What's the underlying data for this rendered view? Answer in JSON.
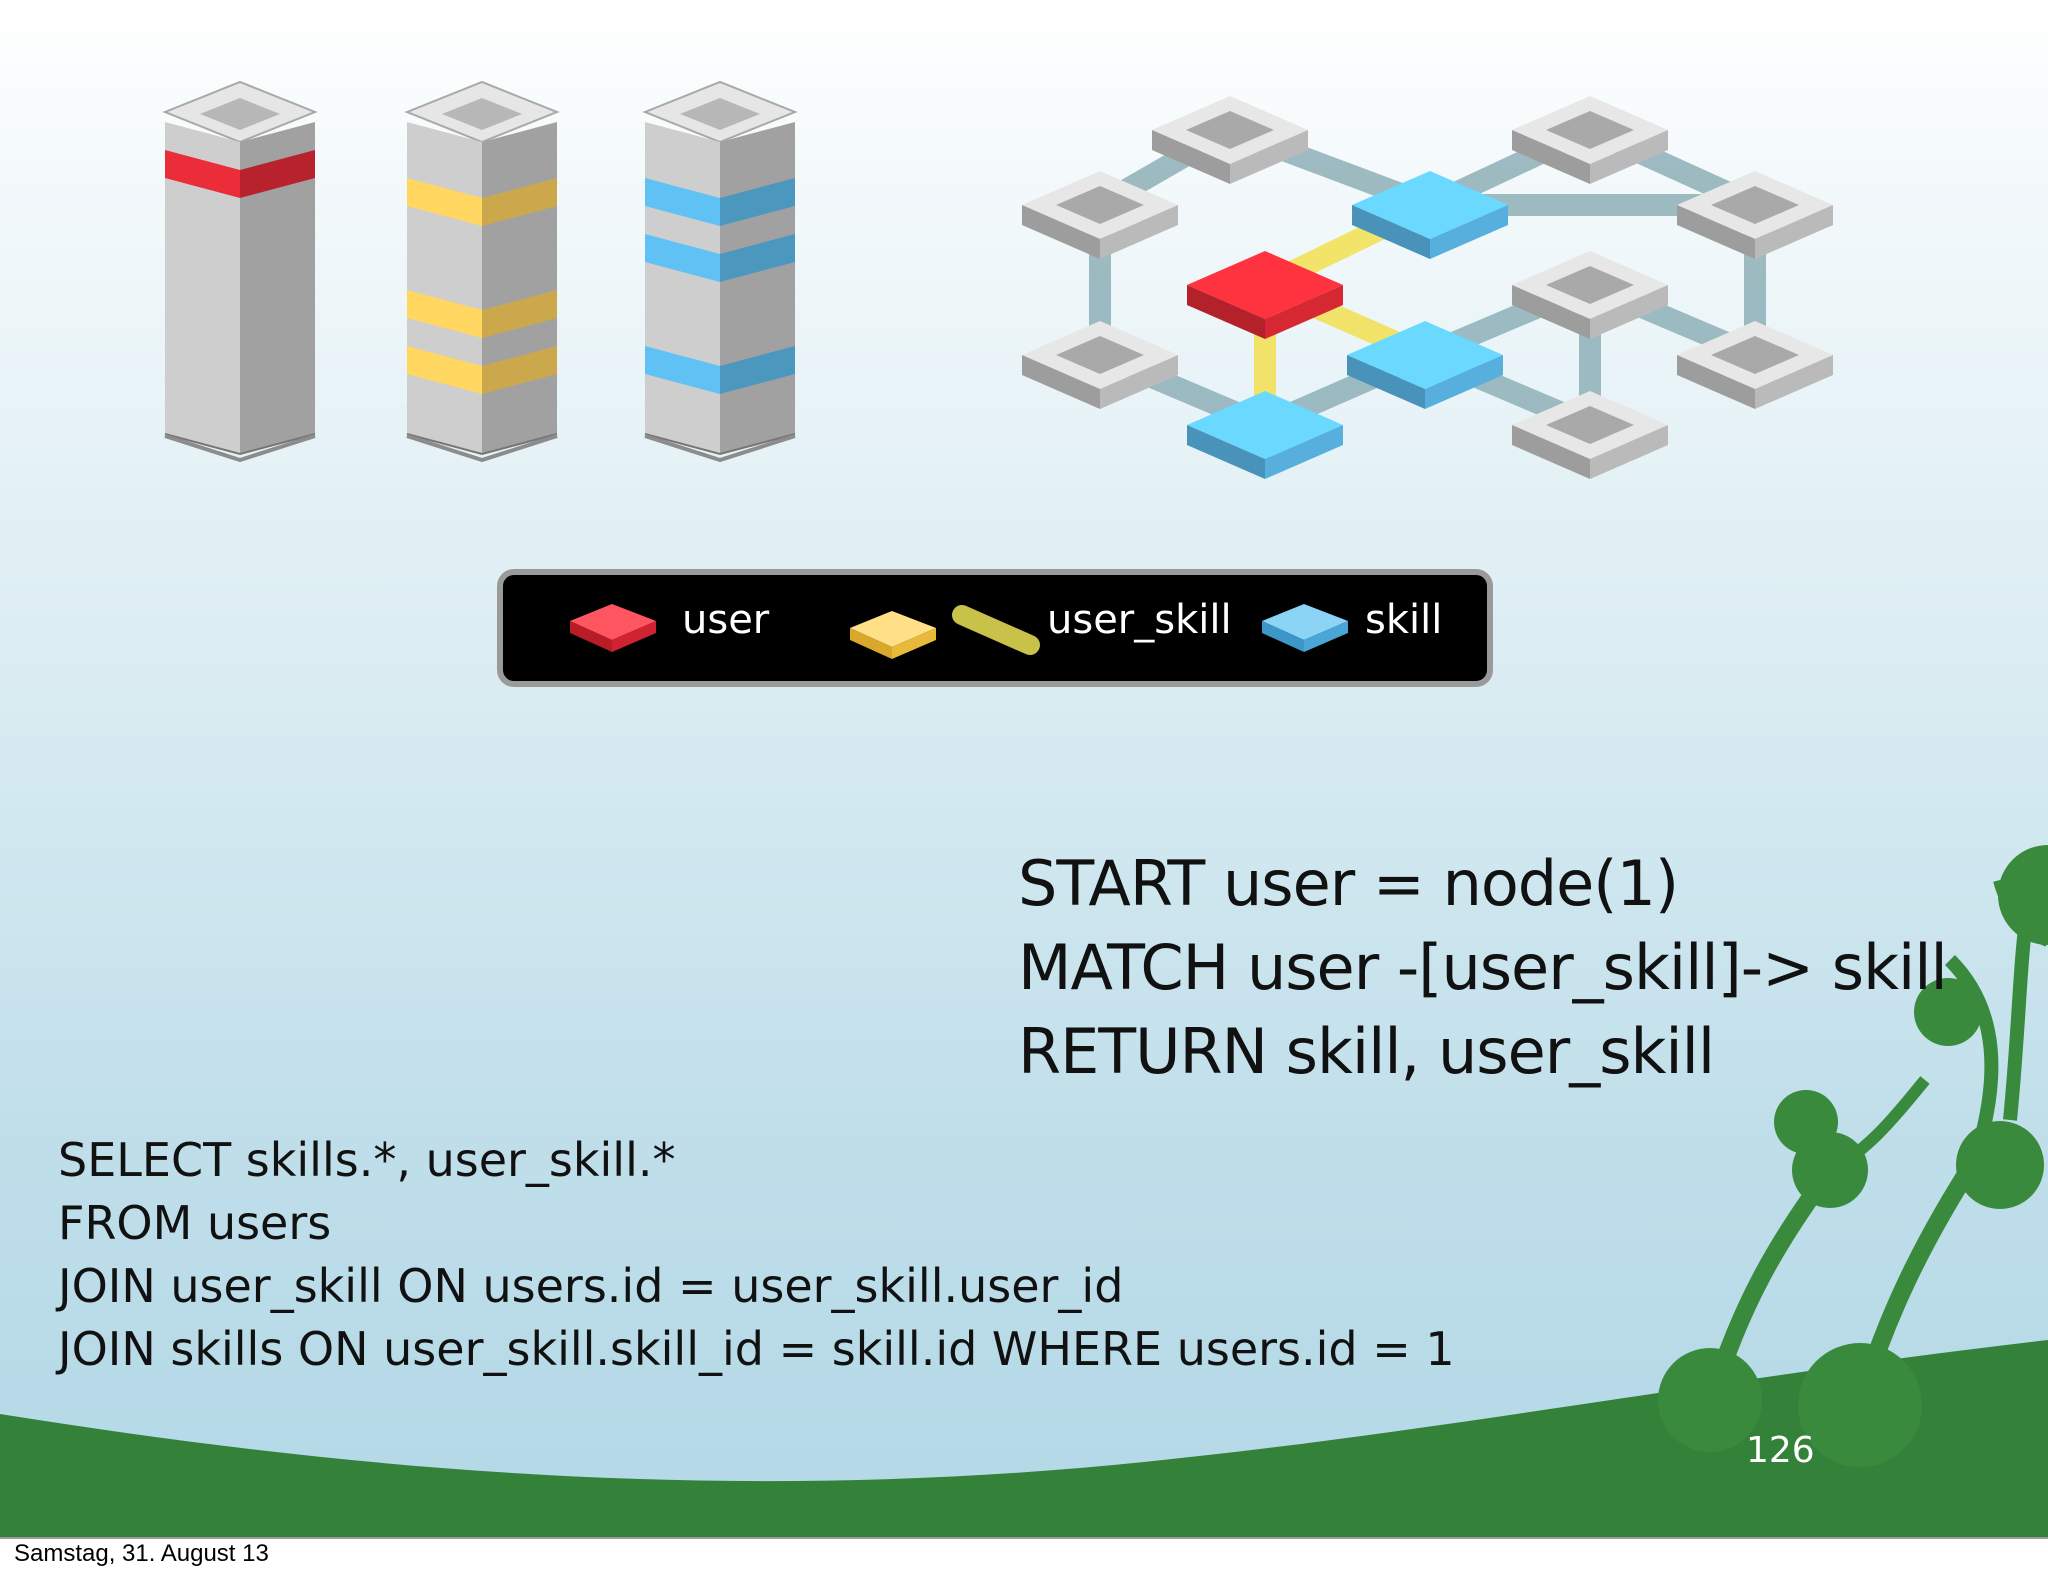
{
  "legend": {
    "items": [
      {
        "label": "user",
        "color": "#e02a36"
      },
      {
        "label": "user_skill",
        "color": "#f6cd5c"
      },
      {
        "label": "skill",
        "color": "#5bb8e8"
      }
    ]
  },
  "cypher_query": {
    "lines": [
      "START user = node(1)",
      "MATCH user -[user_skill]-> skill",
      "RETURN skill, user_skill"
    ]
  },
  "sql_query": {
    "lines": [
      "SELECT skills.*, user_skill.*",
      "FROM users",
      "JOIN user_skill ON users.id = user_skill.user_id",
      "JOIN skills ON user_skill.skill_id = skill.id WHERE users.id = 1"
    ]
  },
  "slide_number": "126",
  "date_footer": "Samstag, 31. August 13",
  "colors": {
    "user": "#e02a36",
    "user_skill": "#f6cd5c",
    "skill": "#5bb8e8",
    "node": "#c4c4c4",
    "edge": "#8fb0b8",
    "hill": "#34813a"
  }
}
